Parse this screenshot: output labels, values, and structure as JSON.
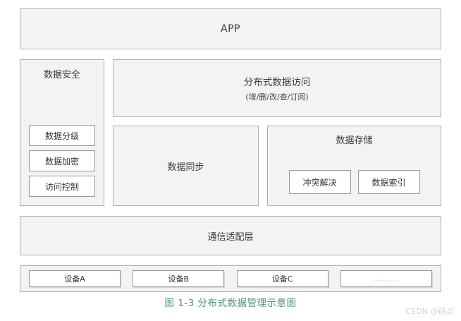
{
  "figure": {
    "caption": "图 1-3 分布式数据管理示意图",
    "caption_color": "#4f9183",
    "watermark": "CSDN @码点"
  },
  "colors": {
    "panel_bg": "#f3f3f3",
    "panel_border": "#b0b0b0",
    "chip_bg": "#ffffff",
    "chip_border": "#9a9a9a",
    "text": "#333333",
    "page_bg": "#ffffff"
  },
  "layers": {
    "app": {
      "label": "APP"
    },
    "security": {
      "title": "数据安全",
      "items": [
        {
          "label": "数据分级"
        },
        {
          "label": "数据加密"
        },
        {
          "label": "访问控制"
        }
      ]
    },
    "access": {
      "title": "分布式数据访问",
      "subtitle": "(增/删/改/查/订阅)"
    },
    "sync": {
      "title": "数据同步"
    },
    "storage": {
      "title": "数据存储",
      "items": [
        {
          "label": "冲突解决"
        },
        {
          "label": "数据索引"
        }
      ]
    },
    "comm": {
      "title": "通信适配层"
    },
    "devices": {
      "items": [
        {
          "label": "设备A"
        },
        {
          "label": "设备B"
        },
        {
          "label": "设备C"
        },
        {
          "label": "........."
        }
      ]
    }
  }
}
